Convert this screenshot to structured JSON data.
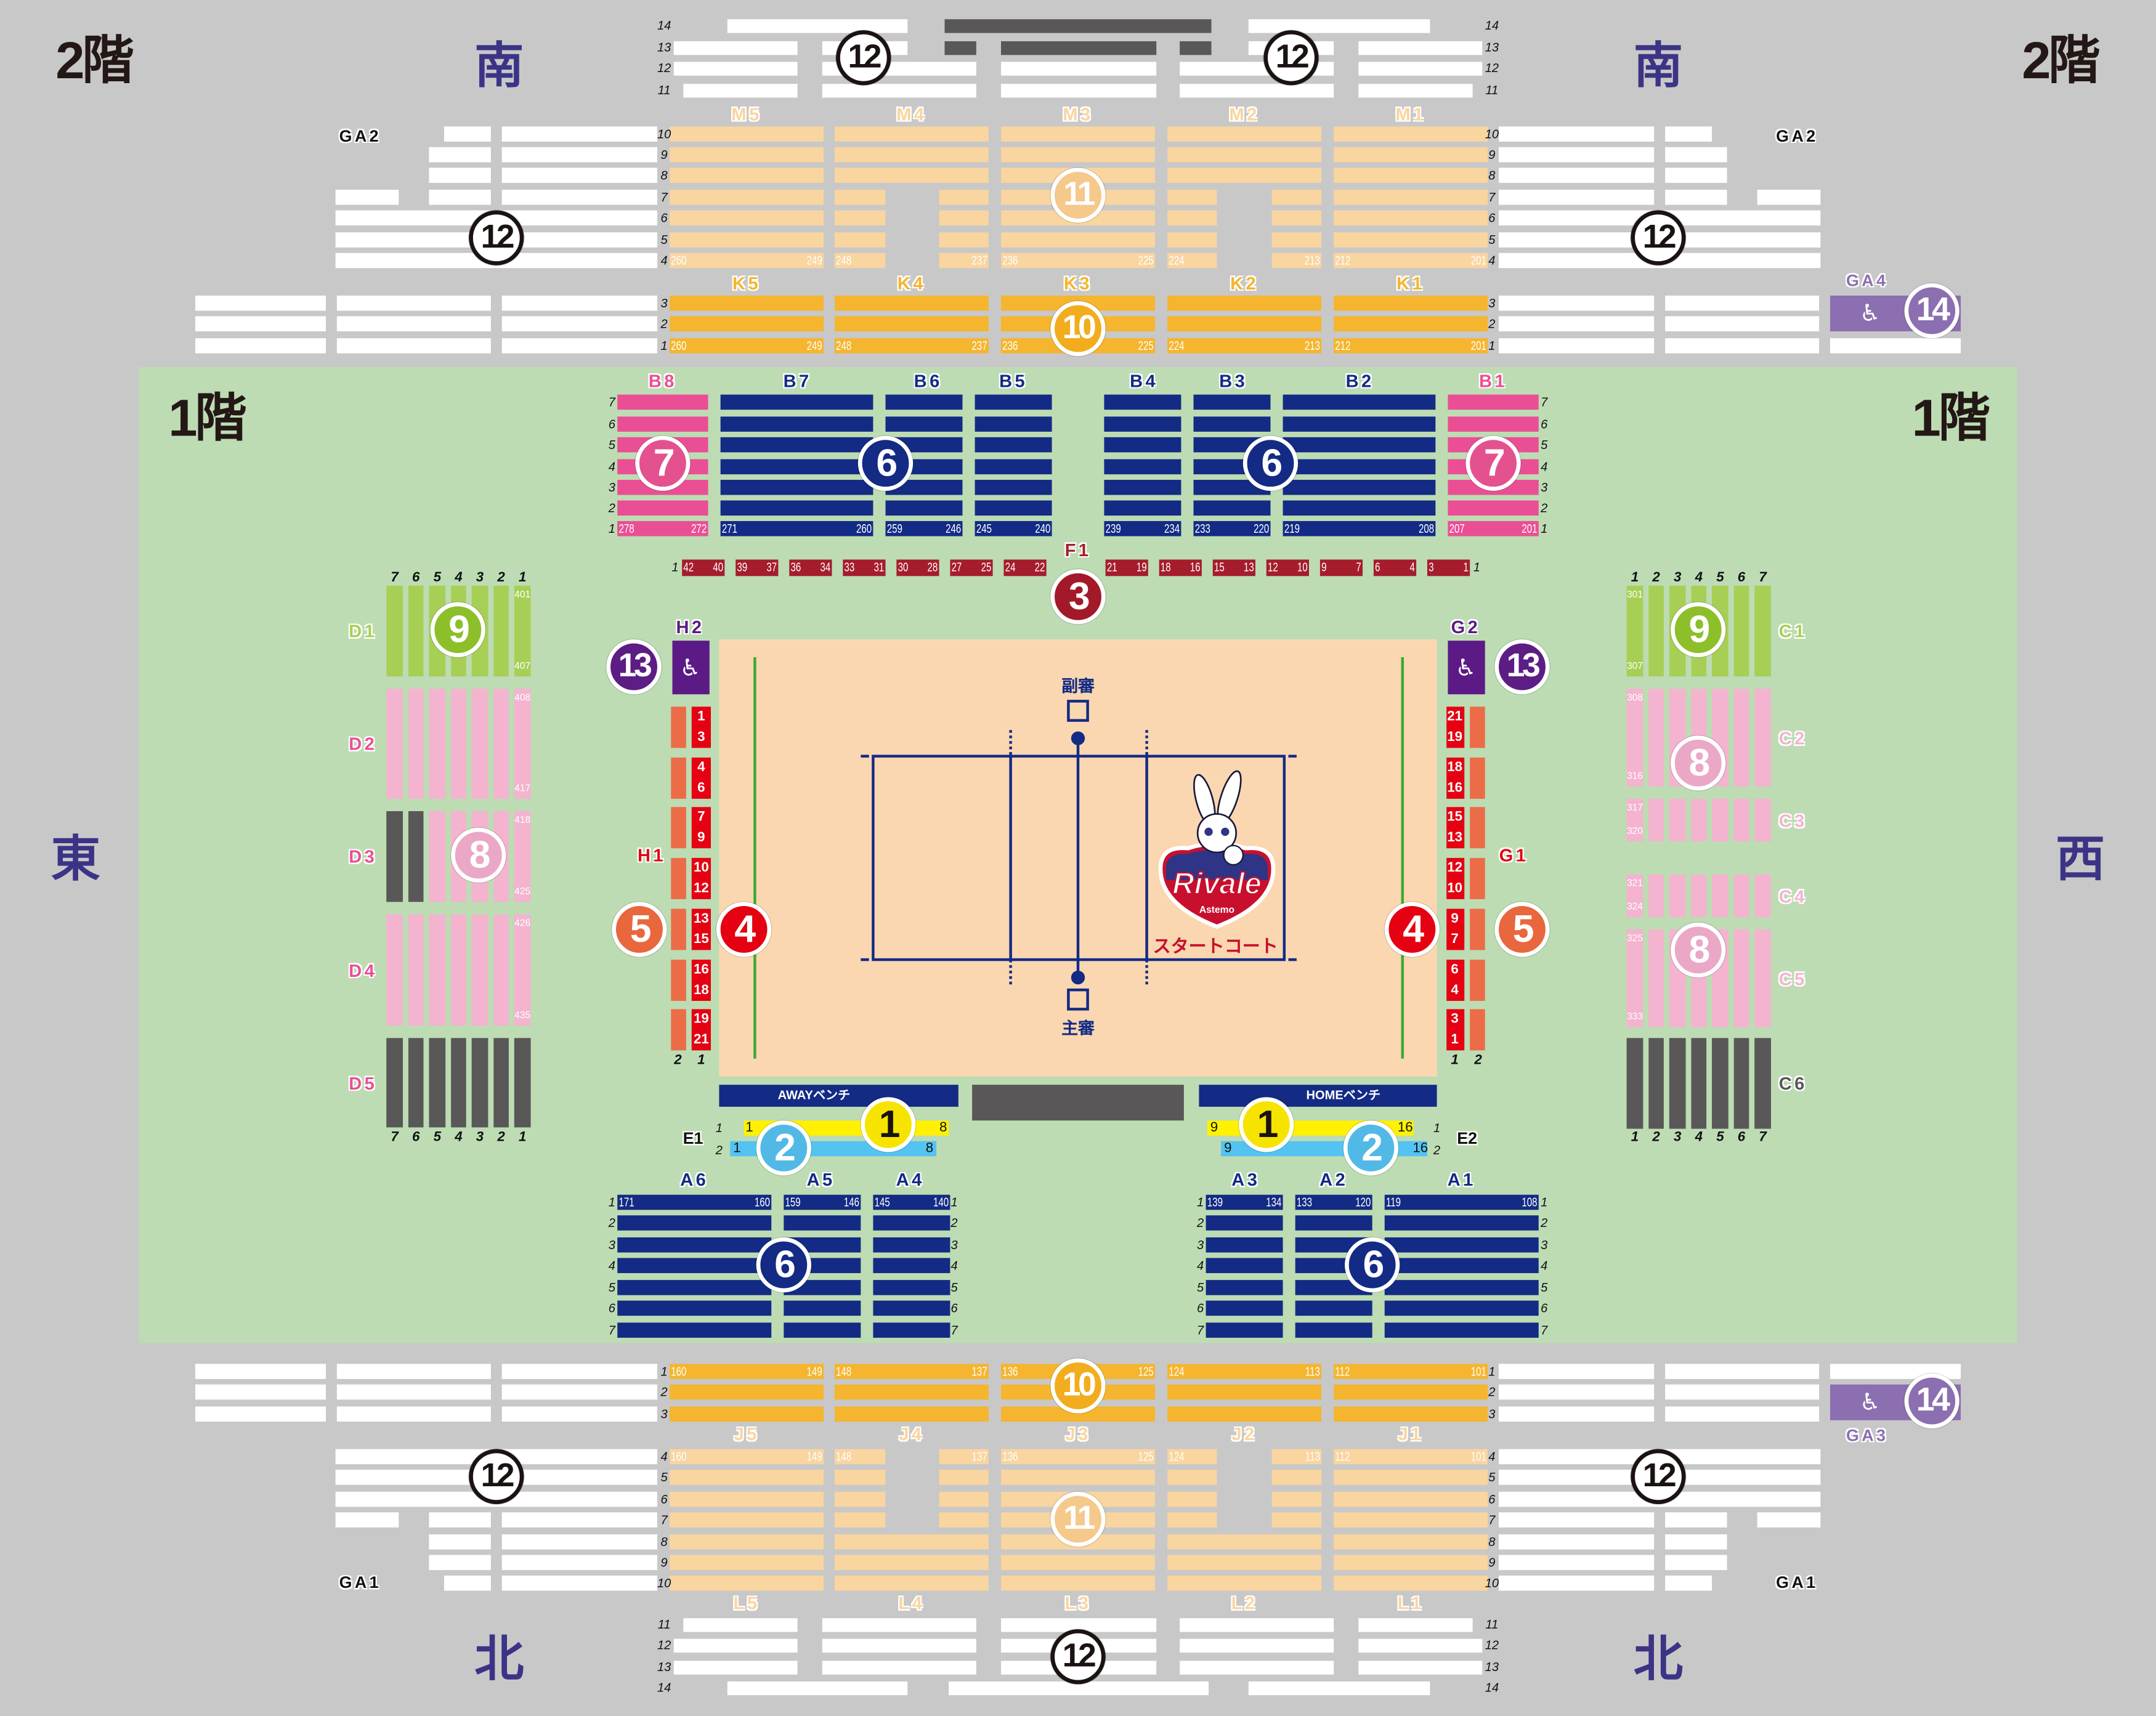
{
  "floors": {
    "upper": "2階",
    "lower": "1階"
  },
  "directions": {
    "south": "南",
    "north": "北",
    "east": "東",
    "west": "西"
  },
  "icons": {
    "wheelchair": "♿"
  },
  "colors": {
    "bg": "#c8c8c8",
    "floor": "#bddcb3",
    "court": "#fad7b0",
    "navy": "#132b85",
    "dark": "#595757",
    "light-orange": "#f9d59f",
    "orange": "#f5b52e",
    "pink": "#ea4f95",
    "light-pink": "#f4b3cf",
    "green": "#a8cf55",
    "red": "#e50012",
    "dark-red": "#a51d2d",
    "orange-red": "#ec6c48",
    "purple": "#5b1a86",
    "lavender": "#8b6fb0",
    "yellow": "#fff100",
    "blue": "#54c3f1",
    "dir": "#3b3486",
    "sideline": "#3aaa35",
    "start-court": "#c8102e"
  },
  "upper_south": {
    "outer_rows": [
      "14",
      "13",
      "12",
      "11"
    ],
    "m_sections": [
      "M5",
      "M4",
      "M3",
      "M2",
      "M1"
    ],
    "m_rows": [
      "10",
      "9",
      "8",
      "7",
      "6",
      "5",
      "4"
    ],
    "m_seat_ranges": [
      [
        "260",
        "249"
      ],
      [
        "248",
        "237"
      ],
      [
        "236",
        "225"
      ],
      [
        "224",
        "213"
      ],
      [
        "212",
        "201"
      ]
    ],
    "k_sections": [
      "K5",
      "K4",
      "K3",
      "K2",
      "K1"
    ],
    "k_rows": [
      "3",
      "2",
      "1"
    ],
    "k_seat_ranges": [
      [
        "260",
        "249"
      ],
      [
        "248",
        "237"
      ],
      [
        "236",
        "225"
      ],
      [
        "224",
        "213"
      ],
      [
        "212",
        "201"
      ]
    ],
    "ga_left": "GA2",
    "ga_right": "GA2",
    "ga_accessible": "GA4"
  },
  "upper_north": {
    "j_rows": [
      "1",
      "2",
      "3"
    ],
    "j_seat_ranges": [
      [
        "160",
        "149"
      ],
      [
        "148",
        "137"
      ],
      [
        "136",
        "125"
      ],
      [
        "124",
        "113"
      ],
      [
        "112",
        "101"
      ]
    ],
    "j_sections": [
      "J5",
      "J4",
      "J3",
      "J2",
      "J1"
    ],
    "l_rows": [
      "4",
      "5",
      "6",
      "7",
      "8",
      "9",
      "10"
    ],
    "l_seat_ranges": [
      [
        "160",
        "149"
      ],
      [
        "148",
        "137"
      ],
      [
        "136",
        "125"
      ],
      [
        "124",
        "113"
      ],
      [
        "112",
        "101"
      ]
    ],
    "l_sections": [
      "L5",
      "L4",
      "L3",
      "L2",
      "L1"
    ],
    "outer_rows": [
      "11",
      "12",
      "13",
      "14"
    ],
    "ga_left": "GA1",
    "ga_right": "GA1",
    "ga_accessible": "GA3"
  },
  "b_block": {
    "sections": [
      "B8",
      "B7",
      "B6",
      "B5",
      "B4",
      "B3",
      "B2",
      "B1"
    ],
    "rows": [
      "7",
      "6",
      "5",
      "4",
      "3",
      "2",
      "1"
    ],
    "seat_ranges": [
      [
        "278",
        "272"
      ],
      [
        "271",
        "260"
      ],
      [
        "259",
        "246"
      ],
      [
        "245",
        "240"
      ],
      [
        "239",
        "234"
      ],
      [
        "233",
        "220"
      ],
      [
        "219",
        "208"
      ],
      [
        "207",
        "201"
      ]
    ]
  },
  "f1": {
    "label": "F1",
    "row": "1",
    "blocks_left": [
      [
        "42",
        "40"
      ],
      [
        "39",
        "37"
      ],
      [
        "36",
        "34"
      ],
      [
        "33",
        "31"
      ],
      [
        "30",
        "28"
      ],
      [
        "27",
        "25"
      ],
      [
        "24",
        "22"
      ]
    ],
    "blocks_right": [
      [
        "21",
        "19"
      ],
      [
        "18",
        "16"
      ],
      [
        "15",
        "13"
      ],
      [
        "12",
        "10"
      ],
      [
        "9",
        "7"
      ],
      [
        "6",
        "4"
      ],
      [
        "3",
        "1"
      ]
    ]
  },
  "h_side": {
    "h2": "H2",
    "h1": "H1",
    "columns": [
      "2",
      "1"
    ],
    "blocks": [
      [
        "1",
        "3"
      ],
      [
        "4",
        "6"
      ],
      [
        "7",
        "9"
      ],
      [
        "10",
        "12"
      ],
      [
        "13",
        "15"
      ],
      [
        "16",
        "18"
      ],
      [
        "19",
        "21"
      ]
    ]
  },
  "g_side": {
    "g2": "G2",
    "g1": "G1",
    "columns": [
      "1",
      "2"
    ],
    "blocks": [
      [
        "21",
        "19"
      ],
      [
        "18",
        "16"
      ],
      [
        "15",
        "13"
      ],
      [
        "12",
        "10"
      ],
      [
        "9",
        "7"
      ],
      [
        "6",
        "4"
      ],
      [
        "3",
        "1"
      ]
    ]
  },
  "court": {
    "sub_referee": "副審",
    "main_referee": "主審",
    "start_court": "スタートコート",
    "logo_name": "Rivale",
    "logo_sub": "Astemo"
  },
  "benches": {
    "away": "AWAYベンチ",
    "home": "HOMEベンチ"
  },
  "e_rows": {
    "e1": "E1",
    "e2": "E2",
    "rows": [
      "1",
      "2"
    ],
    "e1_ranges": [
      [
        "1",
        "8"
      ],
      [
        "1",
        "8"
      ]
    ],
    "e2_ranges": [
      [
        "9",
        "16"
      ],
      [
        "9",
        "16"
      ]
    ]
  },
  "a_block": {
    "sections": [
      "A6",
      "A5",
      "A4",
      "A3",
      "A2",
      "A1"
    ],
    "rows": [
      "1",
      "2",
      "3",
      "4",
      "5",
      "6",
      "7"
    ],
    "seat_ranges": [
      [
        "171",
        "160"
      ],
      [
        "159",
        "146"
      ],
      [
        "145",
        "140"
      ],
      [
        "139",
        "134"
      ],
      [
        "133",
        "120"
      ],
      [
        "119",
        "108"
      ]
    ]
  },
  "side_seats": {
    "d_sections": [
      "D1",
      "D2",
      "D3",
      "D4",
      "D5"
    ],
    "d_columns": [
      "7",
      "6",
      "5",
      "4",
      "3",
      "2",
      "1"
    ],
    "d_ranges": [
      [
        "401",
        "407"
      ],
      [
        "408",
        "417"
      ],
      [
        "418",
        "425"
      ],
      [
        "426",
        "435"
      ]
    ],
    "c_sections": [
      "C1",
      "C2",
      "C3",
      "C4",
      "C5",
      "C6"
    ],
    "c_columns": [
      "1",
      "2",
      "3",
      "4",
      "5",
      "6",
      "7"
    ],
    "c_ranges": [
      [
        "301",
        "307"
      ],
      [
        "308",
        "316"
      ],
      [
        "317",
        "320"
      ],
      [
        "321",
        "324"
      ],
      [
        "325",
        "333"
      ]
    ]
  },
  "zone_markers": [
    "12",
    "12",
    "12",
    "12",
    "11",
    "10",
    "14",
    "10",
    "11",
    "12",
    "12",
    "12",
    "14",
    "7",
    "6",
    "6",
    "7",
    "3",
    "13",
    "13",
    "5",
    "4",
    "4",
    "5",
    "1",
    "2",
    "1",
    "2",
    "6",
    "6",
    "9",
    "8",
    "9",
    "8",
    "8"
  ],
  "zone_colors": {
    "1": "#f6e400",
    "2": "#52b9e6",
    "3": "#a2192a",
    "4": "#e50012",
    "5": "#e8673d",
    "6": "#132b85",
    "7": "#e4518f",
    "8": "#eaa8c6",
    "9": "#8cbf2a",
    "10": "#f1ad1e",
    "11": "#f4c98b",
    "12": "#ffffff",
    "13": "#5c1d84",
    "14": "#8b6fb0"
  }
}
